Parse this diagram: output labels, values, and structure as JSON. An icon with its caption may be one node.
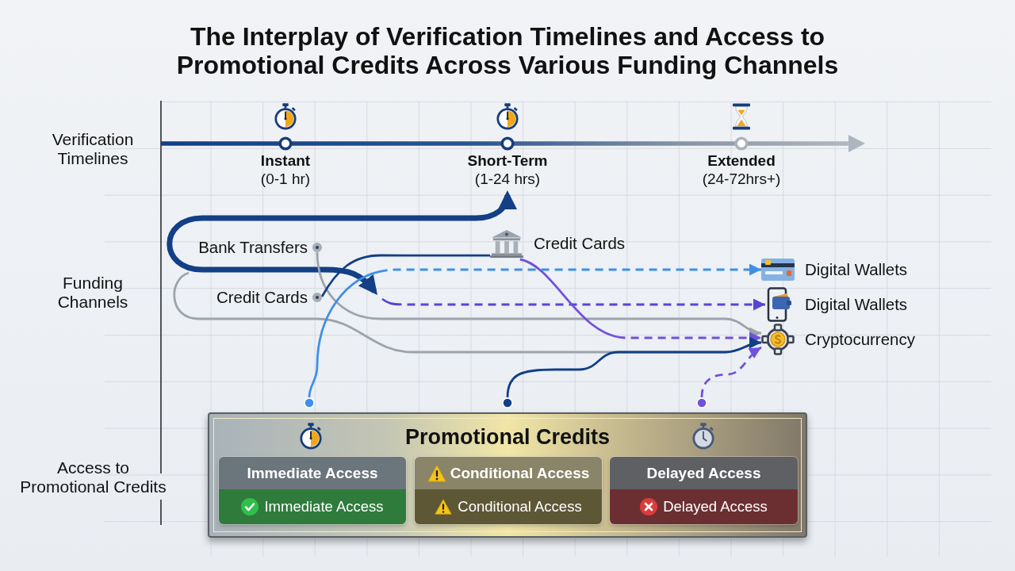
{
  "diagram": {
    "title": "The Interplay of Verification Timelines and Access to Promotional Credits Across Various Funding Channels",
    "nodes": [
      {
        "text": [
          "Instant",
          "(0-1 hr)"
        ]
      },
      {
        "text": [
          "Short-Term",
          "(1-24 hrs)"
        ]
      },
      {
        "text": [
          "Extended",
          "(24-72hrs+)"
        ]
      },
      {
        "text": [
          "Bank Transfers"
        ]
      },
      {
        "text": [
          "Credit Cards"
        ]
      },
      {
        "text": [
          "Digital Wallets"
        ]
      },
      {
        "text": [
          "Credit Cards"
        ]
      },
      {
        "text": [
          "Digital Wallets"
        ]
      },
      {
        "text": [
          "Cryptocurrency"
        ]
      },
      {
        "text": [],
        "shape": "circle"
      },
      {
        "text": [],
        "shape": "circle"
      },
      {
        "text": [],
        "shape": "circle"
      },
      {
        "text": [
          "Promotional Credits"
        ]
      },
      {
        "text": [
          "Immediate Access",
          "Immediate Access"
        ],
        "in": 12
      },
      {
        "text": [
          "Conditional Access",
          "Conditional Access"
        ],
        "in": 12
      },
      {
        "text": [
          "Delayed Access",
          "Delayed Access"
        ],
        "in": 12
      }
    ],
    "edges": [
      {
        "from": null,
        "to": 1,
        "arrow": "both",
        "style": "thick"
      },
      {
        "from": null,
        "to": 7,
        "arrow": "to",
        "style": "dashed",
        "color": "#5a44d0"
      },
      {
        "from": 3,
        "to": 8,
        "arrow": "to",
        "color": "#9ca3aa"
      },
      {
        "from": null,
        "to": 8,
        "arrow": "to",
        "color": "#9ca3aa"
      },
      {
        "from": 6,
        "to": 4,
        "arrow": "none"
      },
      {
        "from": 4,
        "to": 8,
        "arrow": "to",
        "style": "dashed",
        "color": "#7150dc"
      },
      {
        "from": 9,
        "to": 5,
        "arrow": "to",
        "style": "dashed",
        "color": "#3f8fe6"
      },
      {
        "from": 10,
        "to": 8,
        "arrow": "to"
      },
      {
        "from": 11,
        "to": 8,
        "arrow": "to",
        "style": "dashed",
        "color": "#7150dc"
      }
    ],
    "labels": [
      "Verification Timelines",
      "Funding Channels",
      "Access to Promotional Credits"
    ]
  }
}
